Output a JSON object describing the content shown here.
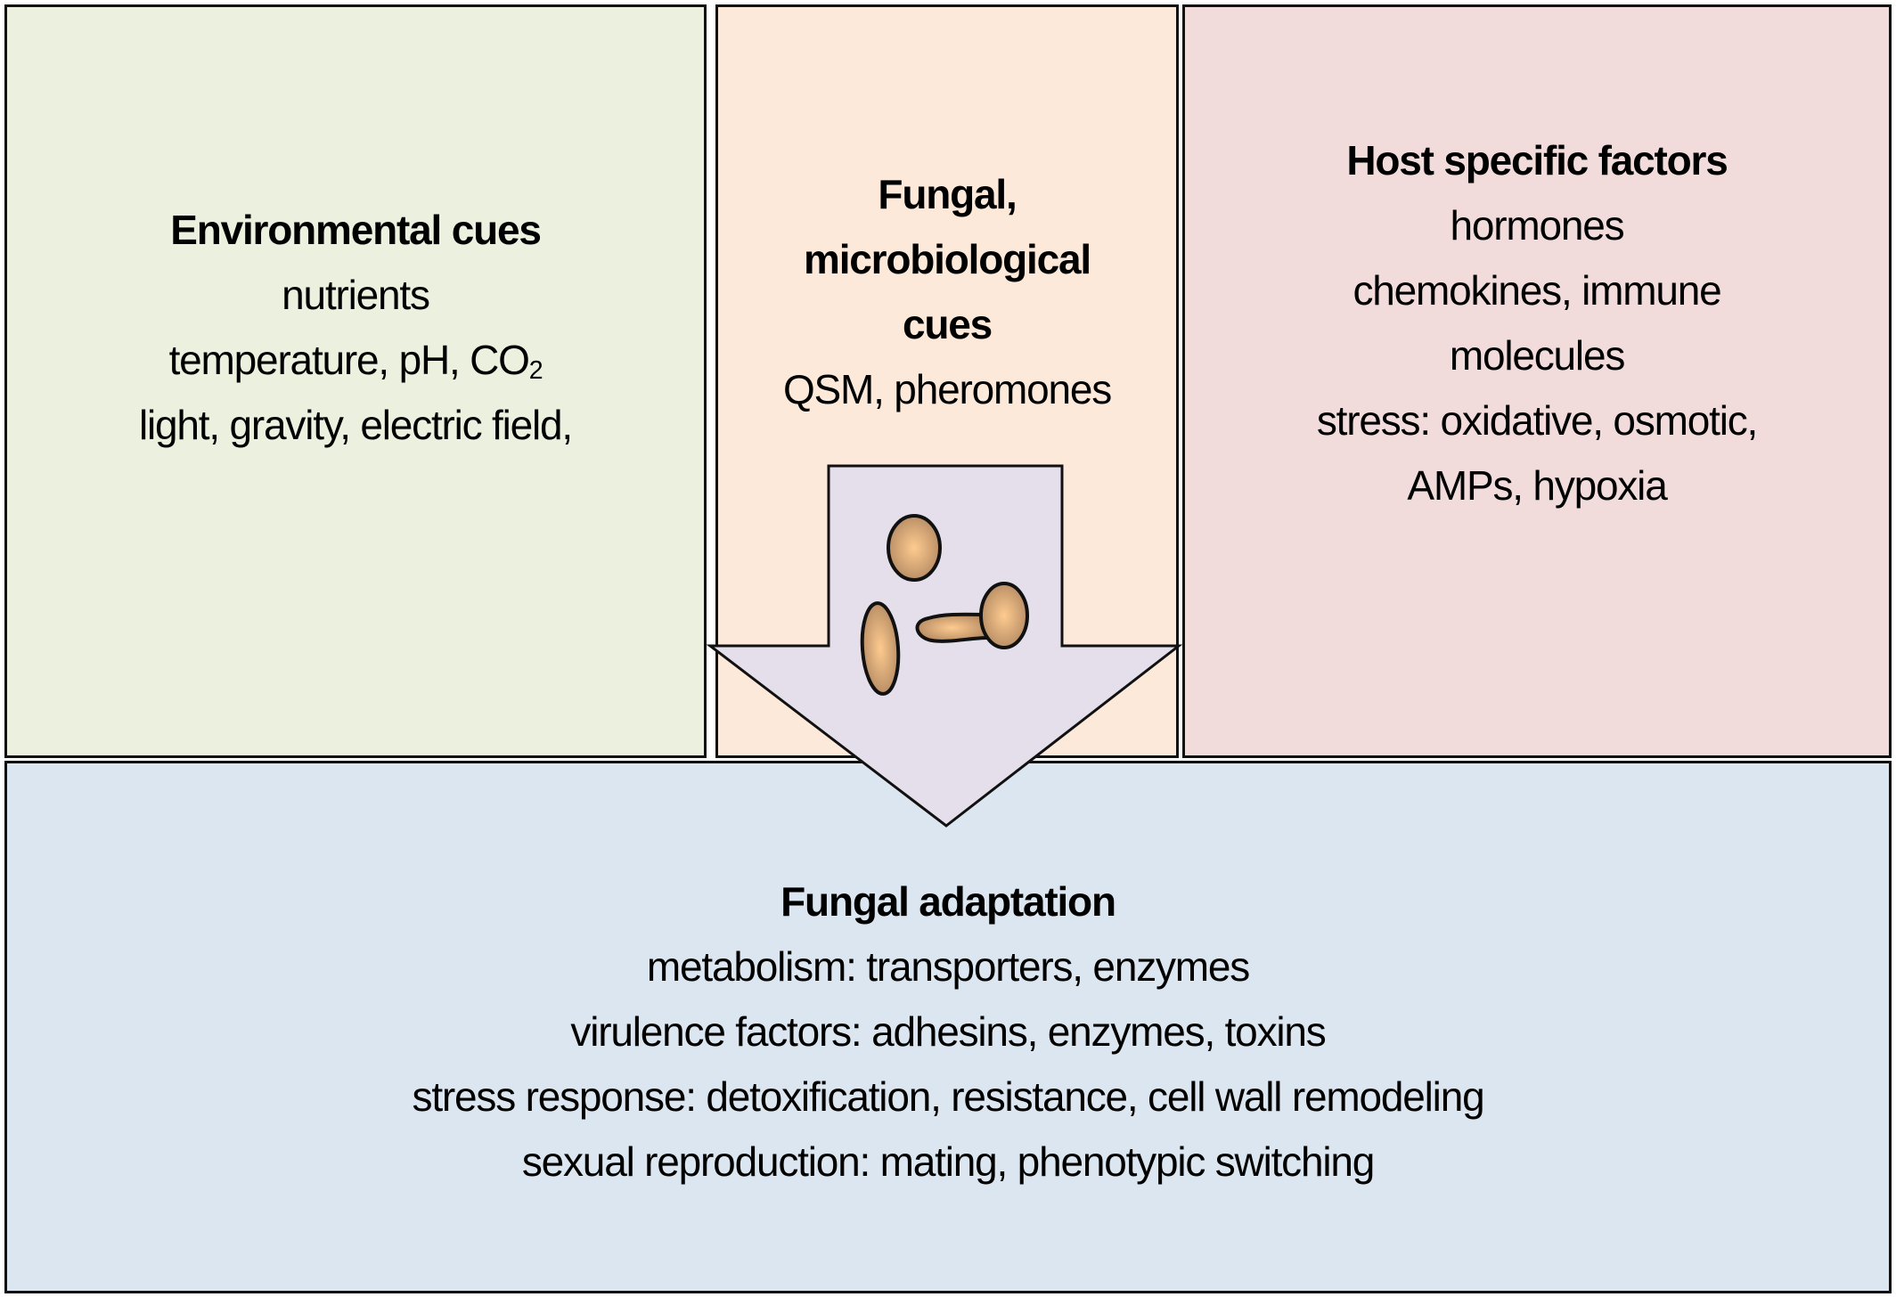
{
  "colors": {
    "environmental_bg": "#ebf1de",
    "fungal_bg": "#fde9d9",
    "host_bg": "#f2dcdb",
    "adaptation_bg": "#dce6f1",
    "arrow_fill": "#e4dfea",
    "cell_light": "#fecb90",
    "cell_dark": "#b48a62",
    "border": "#111111"
  },
  "panels": {
    "environmental": {
      "title": "Environmental cues",
      "lines": [
        "nutrients",
        "temperature, pH, CO",
        "light, gravity, electric field,"
      ],
      "co2_subscript": "2"
    },
    "fungal": {
      "title_lines": [
        "Fungal,",
        "microbiological",
        "cues"
      ],
      "lines": [
        "QSM, pheromones"
      ]
    },
    "host": {
      "title": "Host specific factors",
      "lines": [
        "hormones",
        "chemokines, immune",
        "molecules",
        "stress: oxidative, osmotic,",
        "AMPs, hypoxia"
      ]
    },
    "adaptation": {
      "title": "Fungal adaptation",
      "lines": [
        "metabolism: transporters, enzymes",
        "virulence factors: adhesins, enzymes, toxins",
        "stress response: detoxification, resistance, cell wall remodeling",
        "sexual reproduction: mating, phenotypic switching"
      ]
    }
  },
  "arrow": {
    "direction": "down",
    "icons": [
      "round-yeast-cell-icon",
      "elongated-yeast-cell-icon",
      "budding-hypha-cell-icon"
    ]
  }
}
